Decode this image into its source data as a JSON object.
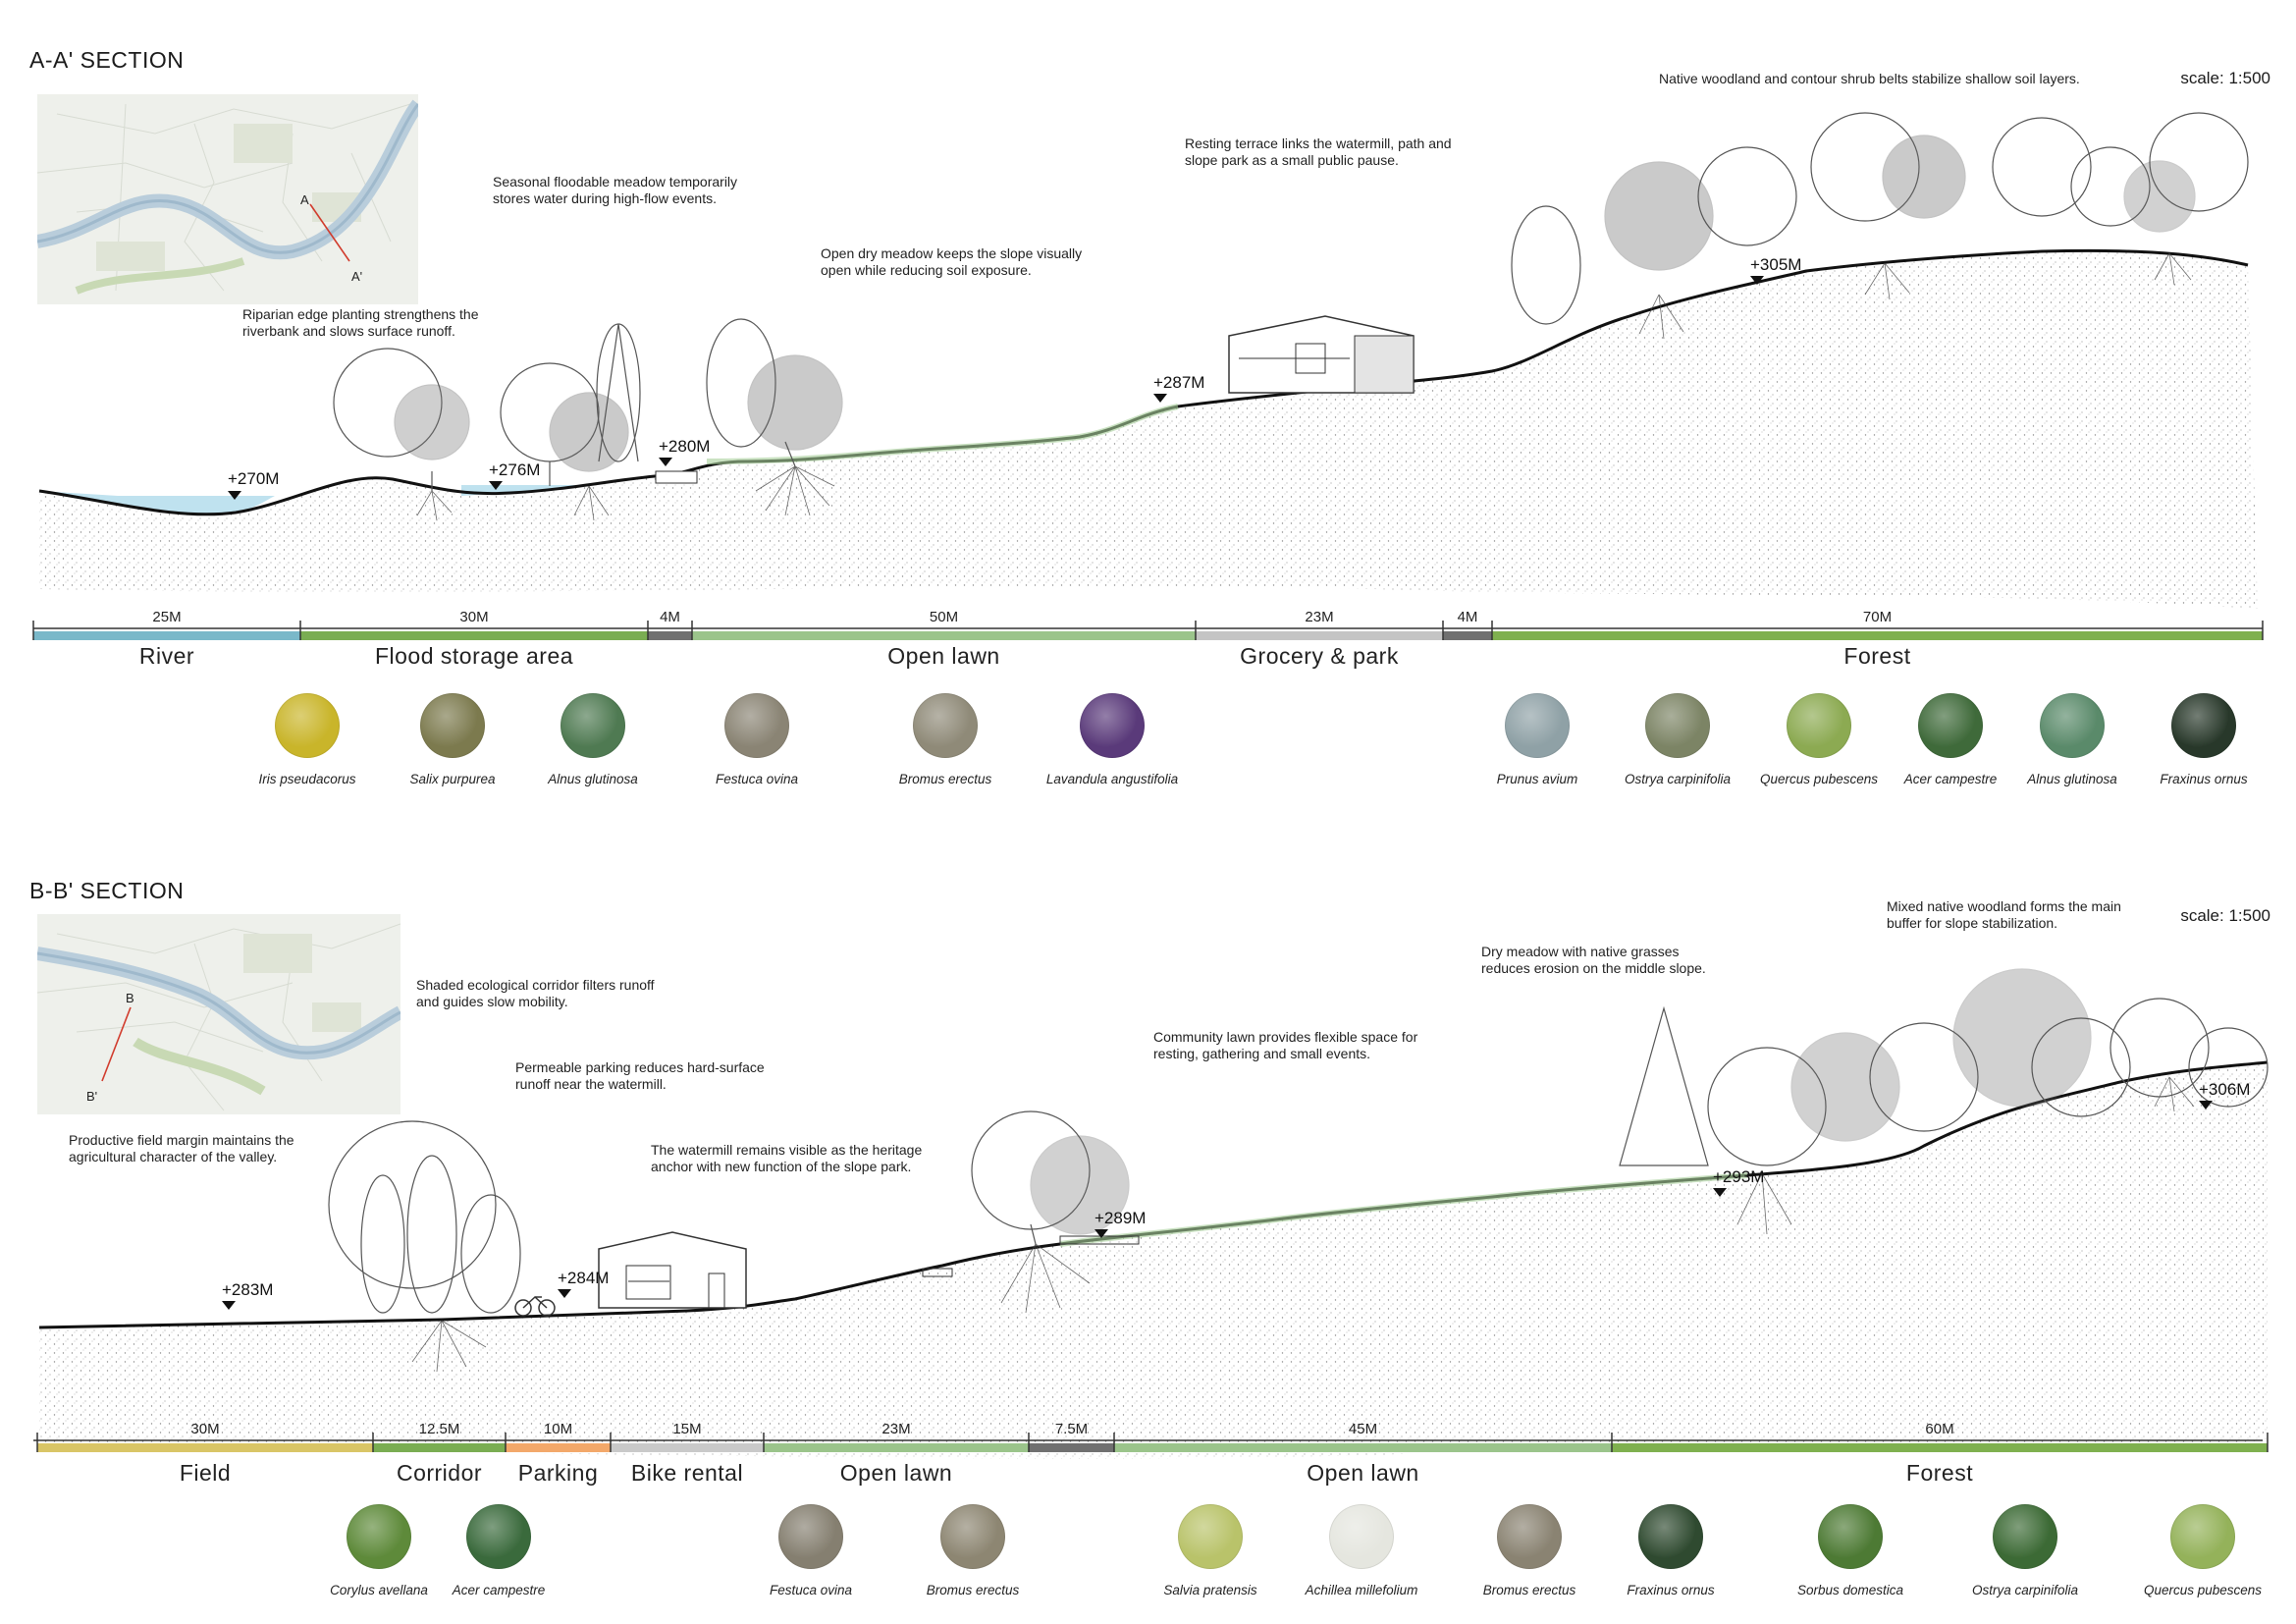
{
  "sections": [
    {
      "title": "A-A' SECTION",
      "scale": "scale: 1:500",
      "map_labels": [
        "A",
        "A'"
      ],
      "notes": [
        {
          "text": "Riparian edge planting strengthens the\nriverbank and slows surface runoff."
        },
        {
          "text": "Seasonal floodable meadow temporarily\nstores water during high-flow events."
        },
        {
          "text": "Open dry meadow keeps the slope visually\nopen while reducing soil exposure."
        },
        {
          "text": "Resting terrace links the watermill, path and\nslope park as a small public pause."
        },
        {
          "text": "Native woodland and contour shrub belts stabilize shallow soil layers."
        }
      ],
      "elevations": [
        "+270M",
        "+276M",
        "+280M",
        "+287M",
        "+305M"
      ],
      "segments": [
        {
          "length": "25M",
          "label": "River",
          "color": "#7ab8c9"
        },
        {
          "length": "30M",
          "label": "Flood storage area",
          "color": "#7aad52"
        },
        {
          "length": "4M",
          "label": "",
          "color": "#707070"
        },
        {
          "length": "50M",
          "label": "Open lawn",
          "color": "#9bc48b"
        },
        {
          "length": "23M",
          "label": "Grocery & park",
          "color": "#c4c4c4"
        },
        {
          "length": "4M",
          "label": "",
          "color": "#707070"
        },
        {
          "length": "70M",
          "label": "Forest",
          "color": "#7fb04f"
        }
      ],
      "plants": [
        {
          "name": "Iris pseudacorus",
          "color": "#c9b52a"
        },
        {
          "name": "Salix purpurea",
          "color": "#7c7a4e"
        },
        {
          "name": "Alnus glutinosa",
          "color": "#4f7a52"
        },
        {
          "name": "Festuca ovina",
          "color": "#8a8474"
        },
        {
          "name": "Bromus erectus",
          "color": "#8f8a78"
        },
        {
          "name": "Lavandula angustifolia",
          "color": "#5a3a7a"
        },
        {
          "name": "Prunus avium",
          "color": "#8fa1a6"
        },
        {
          "name": "Ostrya carpinifolia",
          "color": "#7c8465"
        },
        {
          "name": "Quercus pubescens",
          "color": "#8caa52"
        },
        {
          "name": "Acer campestre",
          "color": "#3f6a3a"
        },
        {
          "name": "Alnus glutinosa",
          "color": "#5a8a6a"
        },
        {
          "name": "Fraxinus ornus",
          "color": "#28382a"
        }
      ]
    },
    {
      "title": "B-B' SECTION",
      "scale": "scale: 1:500",
      "map_labels": [
        "B",
        "B'"
      ],
      "notes": [
        {
          "text": "Productive field margin maintains the\nagricultural character of the valley."
        },
        {
          "text": "Shaded ecological corridor filters runoff\nand guides slow mobility."
        },
        {
          "text": "Permeable parking reduces hard-surface\nrunoff near the watermill."
        },
        {
          "text": "The watermill remains visible as the heritage\nanchor with new function of the slope park."
        },
        {
          "text": "Community lawn provides flexible space for\nresting, gathering and small events."
        },
        {
          "text": "Dry meadow with native grasses\nreduces erosion on the middle slope."
        },
        {
          "text": "Mixed native woodland forms the main\nbuffer for slope stabilization."
        }
      ],
      "elevations": [
        "+283M",
        "+284M",
        "+289M",
        "+293M",
        "+306M"
      ],
      "segments": [
        {
          "length": "30M",
          "label": "Field",
          "color": "#d9c566"
        },
        {
          "length": "12.5M",
          "label": "Corridor",
          "color": "#7aad52"
        },
        {
          "length": "10M",
          "label": "Parking",
          "color": "#f3a86a"
        },
        {
          "length": "15M",
          "label": "Bike rental",
          "color": "#c9c9c9"
        },
        {
          "length": "23M",
          "label": "Open lawn",
          "color": "#9bc48b"
        },
        {
          "length": "7.5M",
          "label": "",
          "color": "#707070"
        },
        {
          "length": "45M",
          "label": "Open lawn",
          "color": "#9bc48b"
        },
        {
          "length": "60M",
          "label": "Forest",
          "color": "#7fb04f"
        }
      ],
      "plants": [
        {
          "name": "Corylus avellana",
          "color": "#5e8a3a"
        },
        {
          "name": "Acer campestre",
          "color": "#3a6a3c"
        },
        {
          "name": "Festuca ovina",
          "color": "#857f70"
        },
        {
          "name": "Bromus erectus",
          "color": "#8d8672"
        },
        {
          "name": "Salvia pratensis",
          "color": "#b9c36a"
        },
        {
          "name": "Achillea millefolium",
          "color": "#e5e6df"
        },
        {
          "name": "Bromus erectus",
          "color": "#8a8372"
        },
        {
          "name": "Fraxinus ornus",
          "color": "#2f4a30"
        },
        {
          "name": "Sorbus domestica",
          "color": "#4d7a34"
        },
        {
          "name": "Ostrya carpinifolia",
          "color": "#3c6a35"
        },
        {
          "name": "Quercus pubescens",
          "color": "#94b25a"
        }
      ]
    }
  ]
}
